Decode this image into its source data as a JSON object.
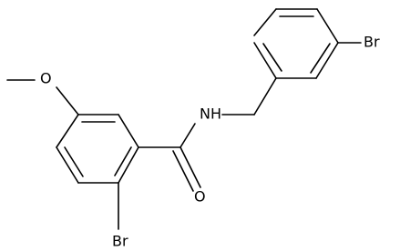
{
  "labels": {
    "br_top": "Br",
    "nh": "N",
    "h": "H",
    "o_methoxy": "O",
    "o_carbonyl": "O",
    "br_bottom": "Br"
  }
}
